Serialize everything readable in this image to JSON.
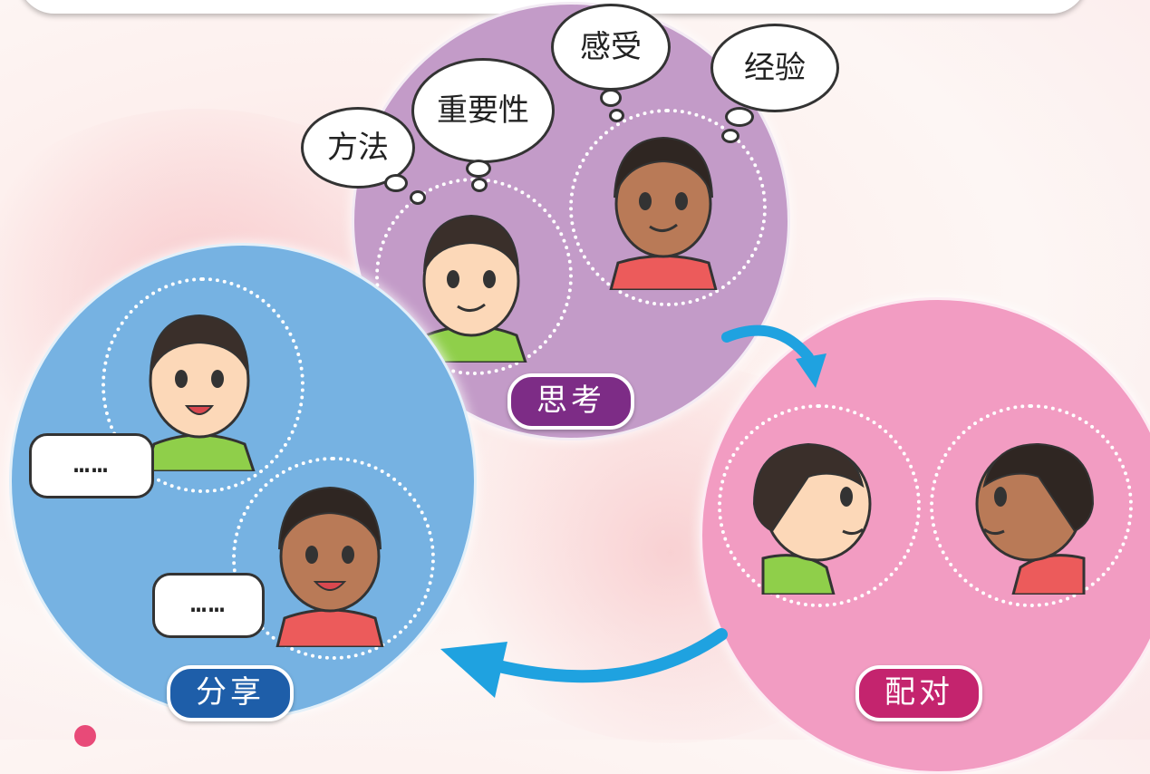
{
  "labels": {
    "think": "思考",
    "pair": "配对",
    "share": "分享"
  },
  "thought_bubbles": {
    "method": "方法",
    "importance": "重要性",
    "feeling": "感受",
    "experience": "经验"
  },
  "speech_bubbles": {
    "boy1": "……",
    "boy2": "……"
  },
  "colors": {
    "think_circle": "#c39bc8",
    "pair_circle": "#f29cc2",
    "share_circle": "#76b2e2",
    "think_label": "#7d2c86",
    "pair_label": "#c4246e",
    "share_label": "#1e5ea9",
    "arrow": "#1fa2e0"
  }
}
